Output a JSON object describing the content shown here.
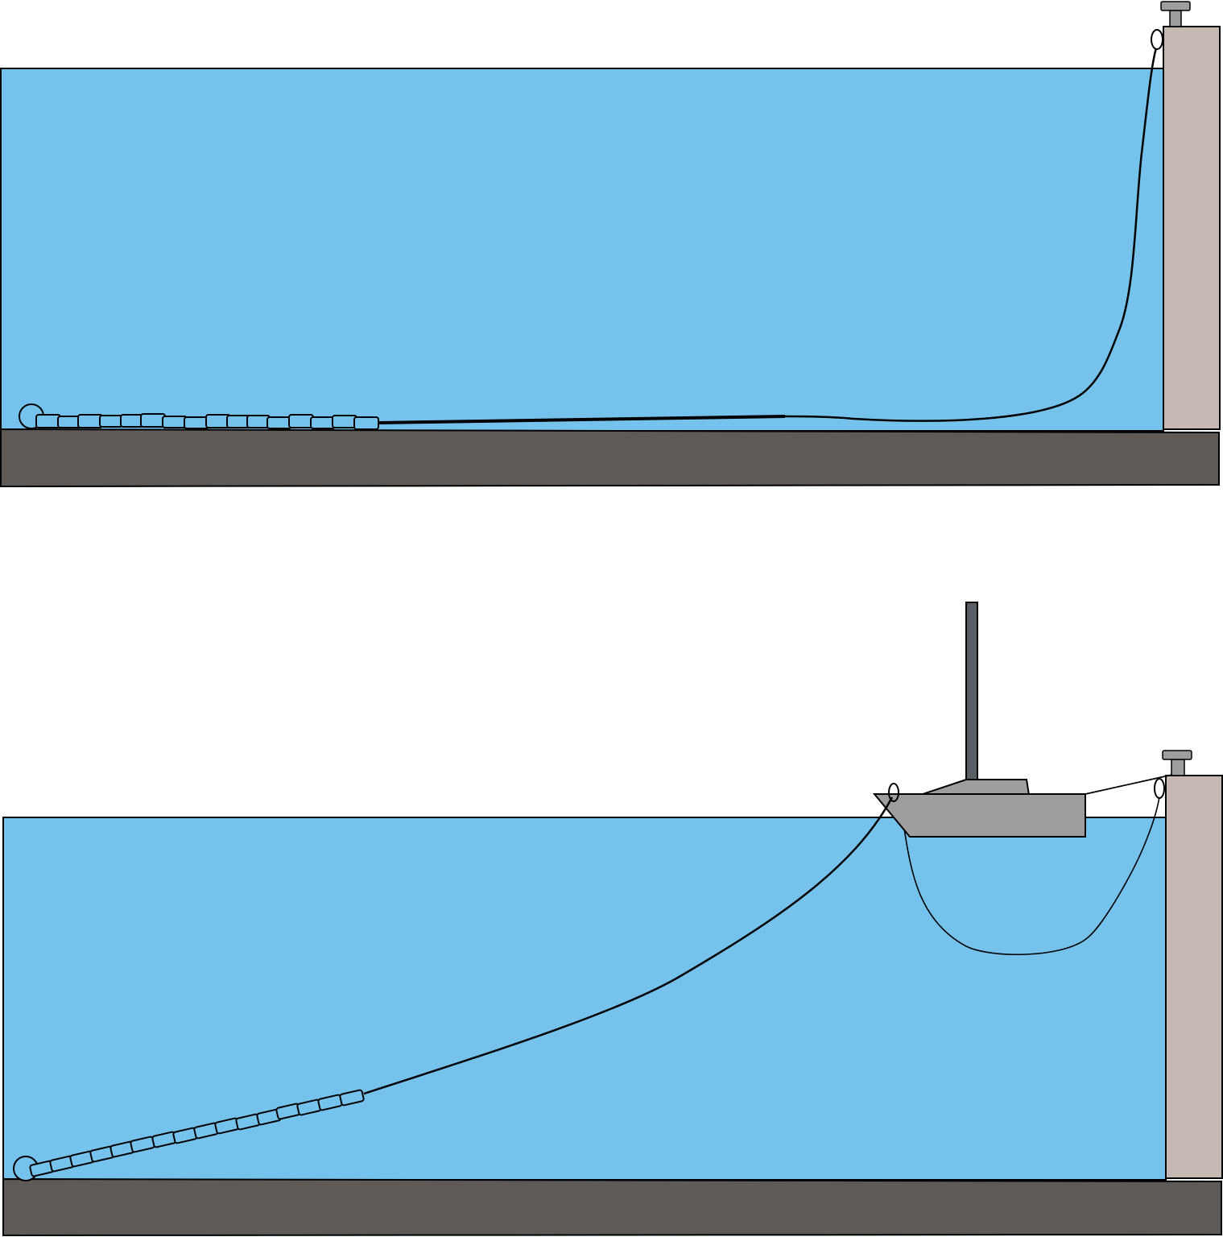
{
  "figure": {
    "panels": [
      {
        "id": "top",
        "label": "",
        "scene": "mooring-chain-slack-on-seabed"
      },
      {
        "id": "bottom",
        "label": "",
        "scene": "boat-moored-chain-lifted"
      }
    ],
    "colors": {
      "water": "#75C3ED",
      "seabed": "#5E5A58",
      "dock": "#C6B8B2",
      "bollard": "#9E9E9E",
      "boat": "#9E9E9E",
      "mast": "#5A5F66",
      "line": "#000000"
    }
  }
}
